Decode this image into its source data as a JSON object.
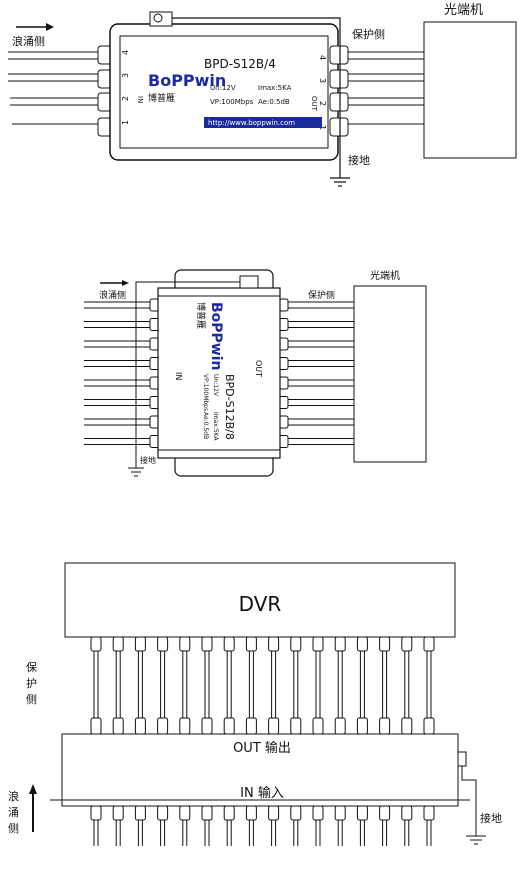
{
  "diagram1": {
    "surge_side": "浪涌侧",
    "protect_side": "保护侧",
    "optical_terminal": "光端机",
    "ground": "接地",
    "model": "BPD-S12B/4",
    "un": "Un:12V",
    "imax": "Imax:5KA",
    "vp": "VP:100Mbps",
    "ae": "Ae:0.5dB",
    "url": "http://www.boppwin.com",
    "brand": "BoPPwin",
    "brand_cn": "博普雁",
    "in_label": "IN",
    "out_label": "OUT",
    "port_numbers": [
      "4",
      "3",
      "2",
      "1"
    ]
  },
  "diagram2": {
    "surge_side": "浪涌侧",
    "protect_side": "保护侧",
    "optical_terminal": "光端机",
    "ground": "接地",
    "model": "BPD-S12B/8",
    "un": "Un:12V",
    "imax": "Imax:5KA",
    "vp": "VP:100Mbps",
    "ae": "Ae:0.5dB",
    "brand": "BoPPwin",
    "brand_cn": "博普雁",
    "in_label": "IN",
    "out_label": "OUT"
  },
  "diagram3": {
    "dvr": "DVR",
    "protect_side": [
      "保",
      "护",
      "侧"
    ],
    "surge_side": [
      "浪",
      "涌",
      "侧"
    ],
    "out_label": "OUT 输出",
    "in_label": "IN 输入",
    "ground": "接地"
  },
  "colors": {
    "brand_blue": "#1b2a9c",
    "brand_red": "#d21f26",
    "line": "#111111"
  }
}
